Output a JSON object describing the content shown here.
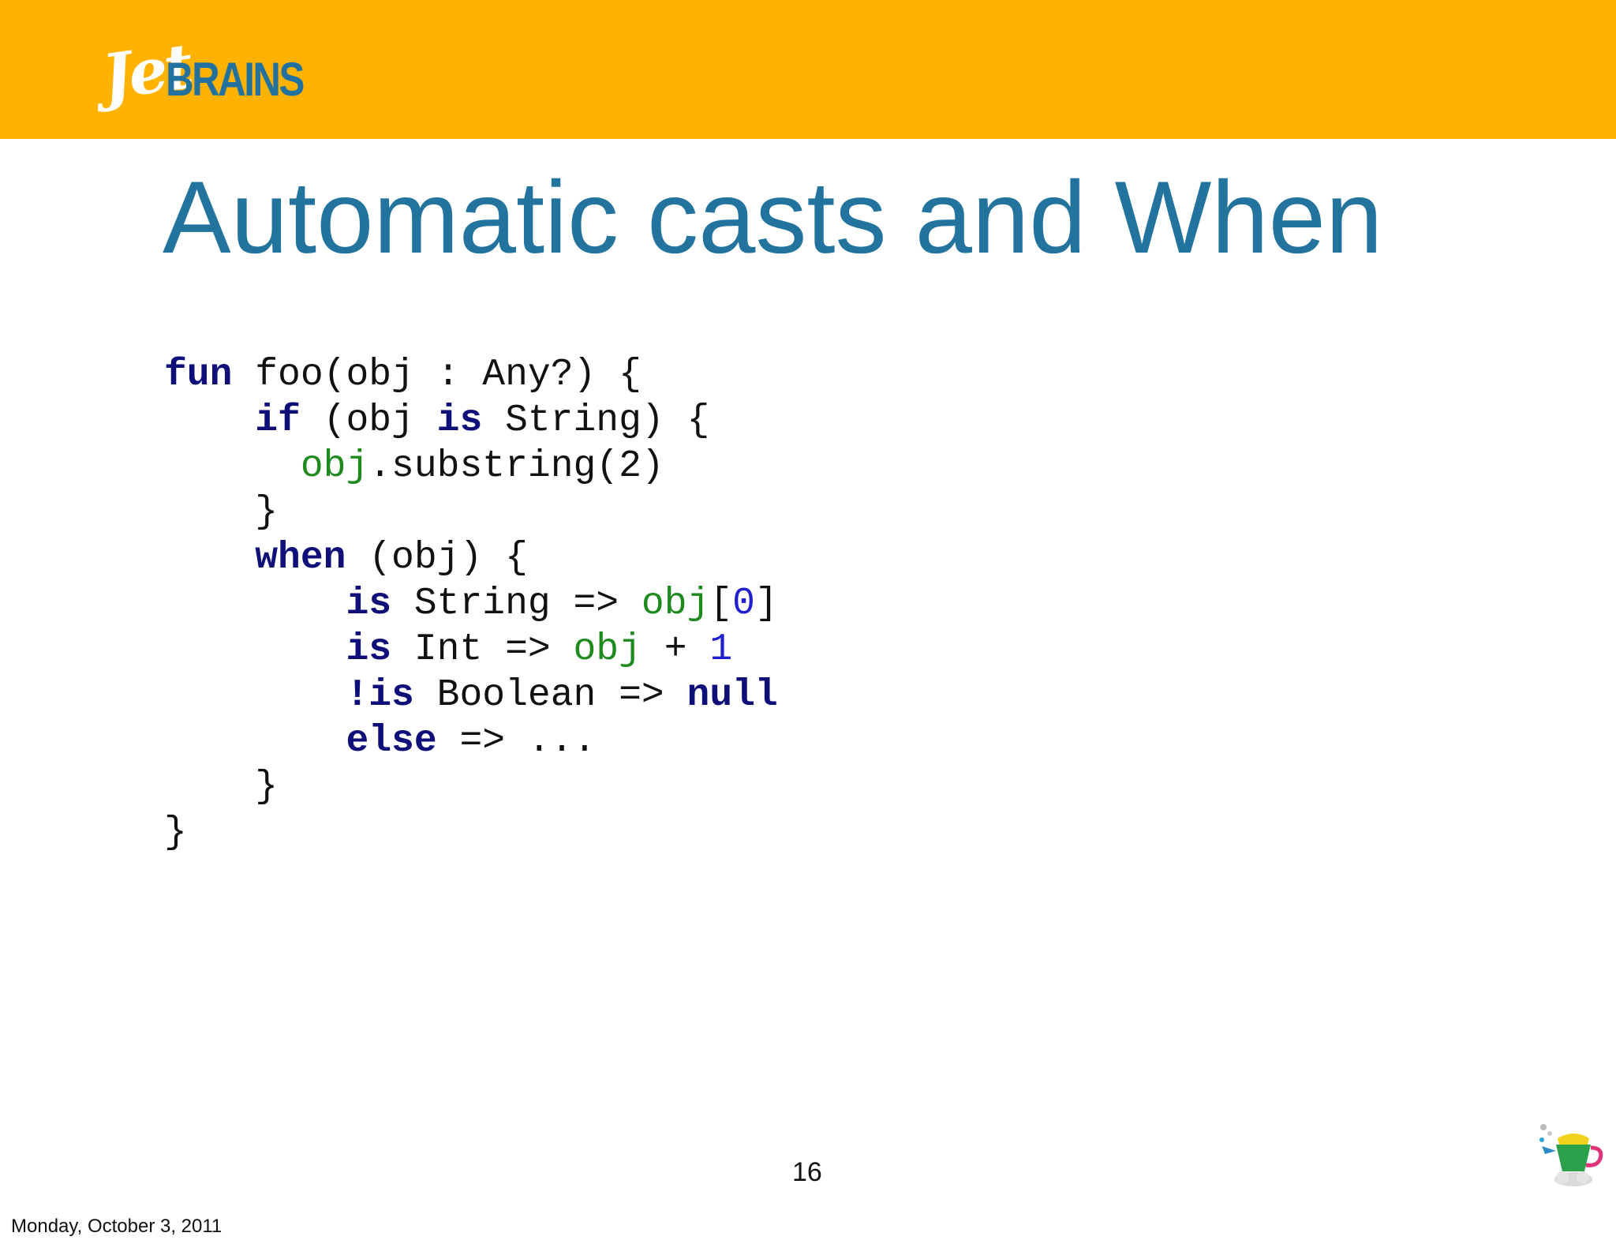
{
  "header": {
    "logo_text_jet": "Jet",
    "logo_text_brains": "BRAINS",
    "bar_color": "#FFB300"
  },
  "slide": {
    "title": "Automatic casts and When",
    "page_number": "16",
    "date": "Monday, October 3, 2011"
  },
  "code": {
    "keyword_color": "#0F0F7A",
    "identifier_color": "#1E8A1E",
    "number_color": "#1F1FD0",
    "lines": [
      [
        {
          "t": "fun",
          "c": "kw"
        },
        {
          "t": " foo(obj : Any?) {",
          "c": ""
        }
      ],
      [
        {
          "t": "    ",
          "c": ""
        },
        {
          "t": "if",
          "c": "kw"
        },
        {
          "t": " (obj ",
          "c": ""
        },
        {
          "t": "is",
          "c": "kw"
        },
        {
          "t": " String) {",
          "c": ""
        }
      ],
      [
        {
          "t": "      ",
          "c": ""
        },
        {
          "t": "obj",
          "c": "id"
        },
        {
          "t": ".substring(2)",
          "c": ""
        }
      ],
      [
        {
          "t": "    }",
          "c": ""
        }
      ],
      [
        {
          "t": "    ",
          "c": ""
        },
        {
          "t": "when",
          "c": "kw"
        },
        {
          "t": " (obj) {",
          "c": ""
        }
      ],
      [
        {
          "t": "        ",
          "c": ""
        },
        {
          "t": "is",
          "c": "kw"
        },
        {
          "t": " String => ",
          "c": ""
        },
        {
          "t": "obj",
          "c": "id"
        },
        {
          "t": "[",
          "c": ""
        },
        {
          "t": "0",
          "c": "num"
        },
        {
          "t": "]",
          "c": ""
        }
      ],
      [
        {
          "t": "        ",
          "c": ""
        },
        {
          "t": "is",
          "c": "kw"
        },
        {
          "t": " Int => ",
          "c": ""
        },
        {
          "t": "obj",
          "c": "id"
        },
        {
          "t": " + ",
          "c": ""
        },
        {
          "t": "1",
          "c": "num"
        }
      ],
      [
        {
          "t": "        ",
          "c": ""
        },
        {
          "t": "!is",
          "c": "kw"
        },
        {
          "t": " Boolean => ",
          "c": ""
        },
        {
          "t": "null",
          "c": "kw"
        }
      ],
      [
        {
          "t": "        ",
          "c": ""
        },
        {
          "t": "else",
          "c": "kw"
        },
        {
          "t": " => ...",
          "c": ""
        }
      ],
      [
        {
          "t": "    }",
          "c": ""
        }
      ],
      [
        {
          "t": "}",
          "c": ""
        }
      ]
    ]
  },
  "icons": {
    "corner_logo": "kotlin-teapot-logo"
  }
}
